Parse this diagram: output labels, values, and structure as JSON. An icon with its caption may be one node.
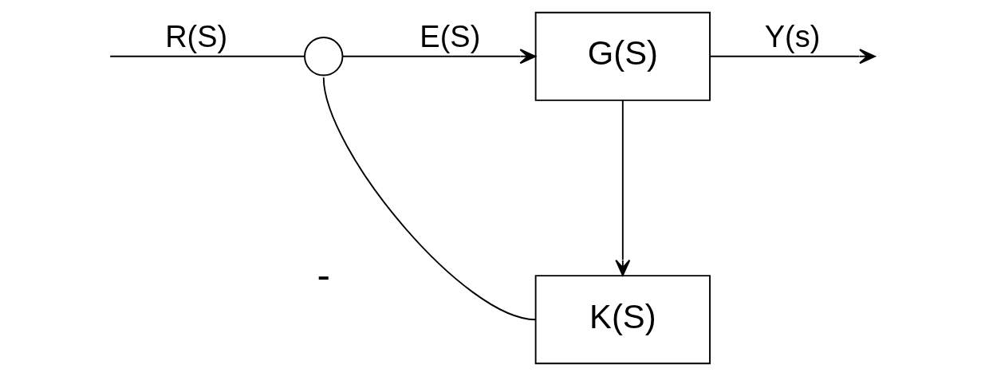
{
  "diagram": {
    "nodes": [
      {
        "text": [],
        "shape": "circle"
      },
      {
        "text": [
          "G(S)"
        ]
      },
      {
        "text": [
          "K(S)"
        ]
      }
    ],
    "edges": [
      {
        "from": null,
        "to": 0,
        "arrow": "none",
        "label": "R(S)"
      },
      {
        "from": 0,
        "to": 1,
        "arrow": "to",
        "label": "E(S)"
      },
      {
        "from": 1,
        "to": null,
        "arrow": "to",
        "label": "Y(s)"
      },
      {
        "from": 1,
        "to": 2,
        "arrow": "to"
      },
      {
        "from": 2,
        "to": 0,
        "arrow": "none"
      }
    ],
    "labels": [
      "-"
    ]
  }
}
